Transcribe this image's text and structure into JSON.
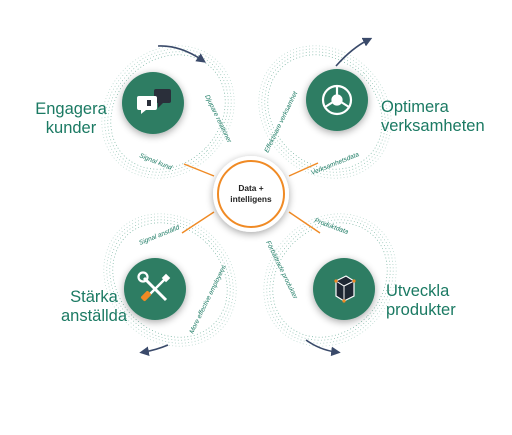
{
  "center": {
    "line1": "Data +",
    "line2": "intelligens"
  },
  "quadrants": [
    {
      "id": "engage",
      "title_lines": [
        "Engagera",
        "kunder"
      ],
      "icon": "chat-bubbles-icon",
      "labels": [
        "Djupare relationer",
        "Signal kund"
      ]
    },
    {
      "id": "optimize",
      "title_lines": [
        "Optimera",
        "verksamheten"
      ],
      "icon": "gear-icon",
      "labels": [
        "Effektivare verksamhet",
        "Verksamhetsdata"
      ]
    },
    {
      "id": "empower",
      "title_lines": [
        "Stärka",
        "anställda"
      ],
      "icon": "tools-icon",
      "labels": [
        "Signal anställd",
        "More effective employees"
      ]
    },
    {
      "id": "develop",
      "title_lines": [
        "Utveckla",
        "produkter"
      ],
      "icon": "cube-icon",
      "labels": [
        "Produktdata",
        "Förbättrade produkter"
      ]
    }
  ],
  "colors": {
    "accent": "#2f7d64",
    "text": "#1b7a63",
    "arrow": "#f08a24",
    "dots": "#2e8b6e",
    "curve": "#3a4a6a"
  }
}
